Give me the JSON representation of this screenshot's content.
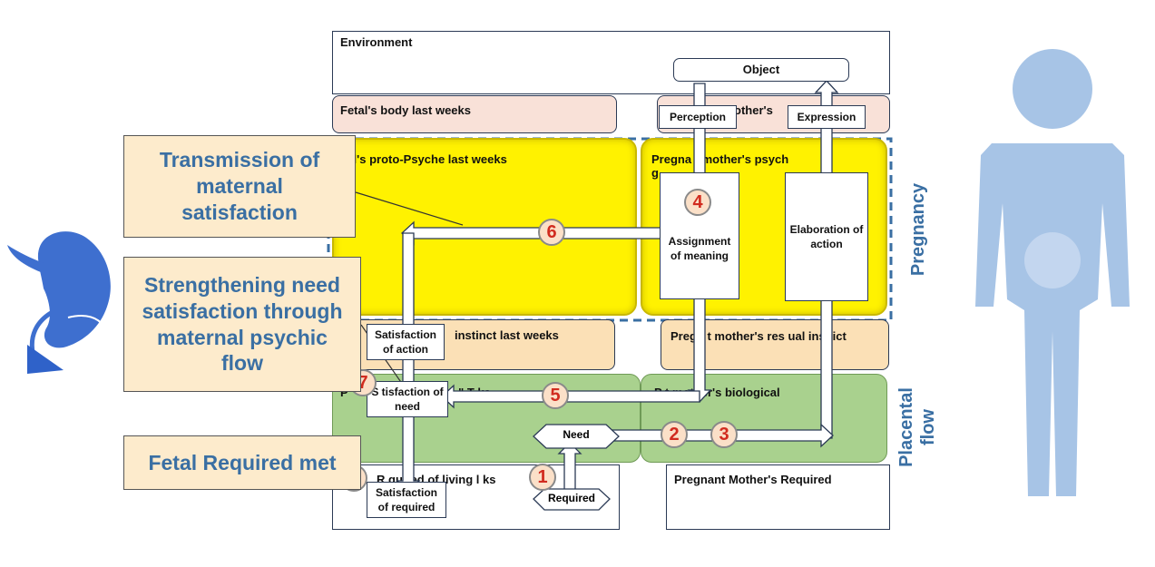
{
  "layers": {
    "environment": "Environment",
    "fetal_body": "Fetal's  body last weeks",
    "mother_body": "other's",
    "fetal_psyche": "tal's  proto-Psyche  last weeks",
    "mother_psyche": "Pregna  t mother's psych",
    "mother_psyche_2": "g",
    "fetal_instinct": "instinct last weeks",
    "mother_instinct": "Pregn  t mother's res  ual inst  ict",
    "fetal_bio": "P",
    "fetal_bio_2": "\" T      ks",
    "mother_bio": "P     t mother's biological",
    "fetal_required": "R  quired of living  l     ks",
    "mother_required": "Pregnant Mother's Required"
  },
  "boxes": {
    "object": "Object",
    "perception": "Perception",
    "expression": "Expression",
    "assignment": "Assignment of meaning",
    "elaboration": "Elaboration of action",
    "satisfaction_action": "Satisfaction of action",
    "satisfaction_need": "S  tisfaction of need",
    "need": "Need",
    "required": "Required",
    "satisfaction_required": "Satisfaction of required"
  },
  "numbers": [
    "1",
    "2",
    "3",
    "4",
    "5",
    "6",
    "7",
    "8"
  ],
  "callouts": {
    "transmission": "Transmission of maternal satisfaction",
    "strengthening": "Strengthening need satisfaction through maternal psychic flow",
    "fetal_required": "Fetal Required met"
  },
  "side_labels": {
    "pregnancy": "Pregnancy",
    "placental": "Placental flow"
  },
  "icons": {
    "fetus": "fetus-icon",
    "mother": "pregnant-mother-icon"
  },
  "colors": {
    "psyche_layer": "#fff200",
    "body_layer": "#f9e1d8",
    "instinct_layer": "#fbe0b6",
    "biological_layer": "#a9d18e",
    "callout_text": "#3a6fa3",
    "step_numbers": "#d12b1f",
    "mother_figure": "#a7c4e6",
    "fetus_figure": "#3e6fcf"
  }
}
